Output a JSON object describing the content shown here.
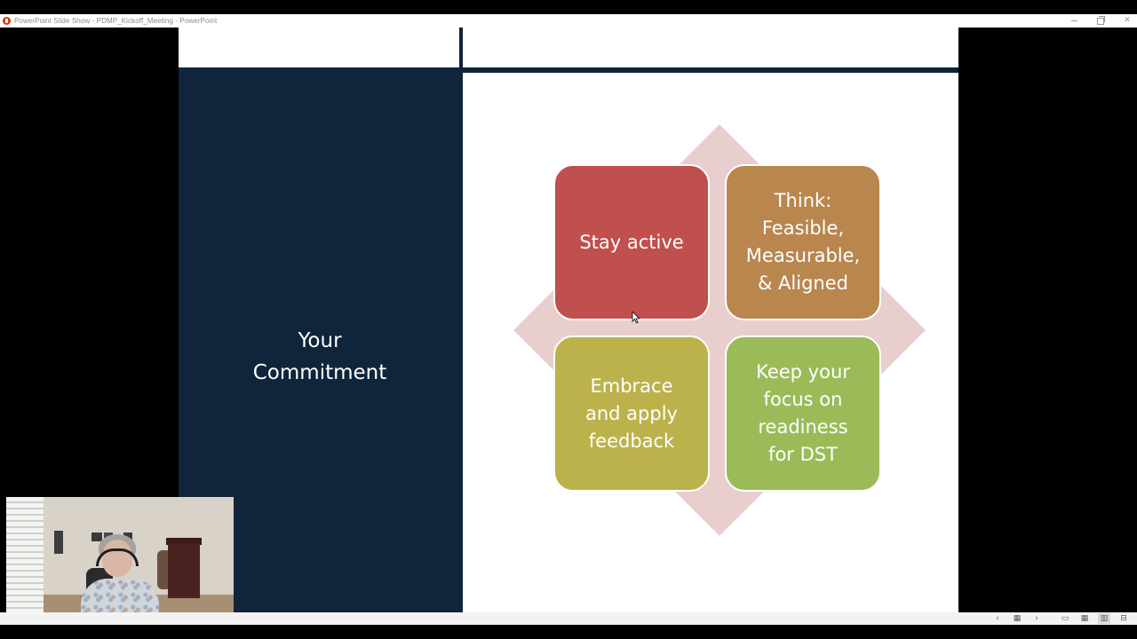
{
  "window": {
    "title": "PowerPoint Slide Show  -  PDMP_Kickoff_Meeting - PowerPoint",
    "controls": {
      "minimize": "",
      "restore": "",
      "close": "✕"
    }
  },
  "slide": {
    "title": "Your\nCommitment",
    "quadrants": [
      {
        "label": "Stay active",
        "color": "#c0504d"
      },
      {
        "label": "Think:\nFeasible,\nMeasurable,\n& Aligned",
        "color": "#b9864e"
      },
      {
        "label": "Embrace\nand apply\nfeedback",
        "color": "#bcb24b"
      },
      {
        "label": "Keep your\nfocus on\nreadiness\nfor DST",
        "color": "#9bbb59"
      }
    ],
    "colors": {
      "left_panel": "#10253b",
      "diamond": "#e8cfcd"
    }
  },
  "statusbar": {
    "prev": "‹",
    "slides": "▦",
    "next": "›",
    "view_normal": "▭",
    "view_sorter": "▦",
    "view_reading": "▥",
    "view_slideshow": "⊟"
  }
}
